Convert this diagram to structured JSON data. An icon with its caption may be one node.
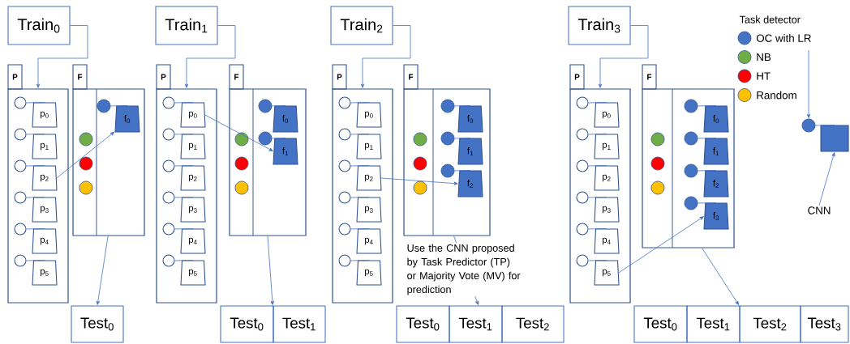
{
  "diagram": {
    "nodes": [
      {
        "text": [
          "Train$_{0}$"
        ]
      },
      {
        "text": [
          "P"
        ]
      },
      {
        "text": [],
        "shape": "circle",
        "in": 1
      },
      {
        "text": [
          "p$_{0}$"
        ],
        "in": 1
      },
      {
        "text": [],
        "shape": "circle",
        "in": 1
      },
      {
        "text": [
          "p$_{1}$"
        ],
        "in": 1
      },
      {
        "text": [],
        "shape": "circle",
        "in": 1
      },
      {
        "text": [
          "p$_{2}$"
        ],
        "in": 1
      },
      {
        "text": [],
        "shape": "circle",
        "in": 1
      },
      {
        "text": [
          "p$_{3}$"
        ],
        "in": 1
      },
      {
        "text": [],
        "shape": "circle",
        "in": 1
      },
      {
        "text": [
          "p$_{4}$"
        ],
        "in": 1
      },
      {
        "text": [],
        "shape": "circle",
        "in": 1
      },
      {
        "text": [
          "p$_{5}$"
        ],
        "in": 1
      },
      {
        "text": [
          "F"
        ]
      },
      {
        "text": [],
        "shape": "circle",
        "in": 14
      },
      {
        "text": [],
        "shape": "circle",
        "in": 14
      },
      {
        "text": [],
        "shape": "circle",
        "in": 14
      },
      {
        "text": [],
        "shape": "circle",
        "in": 14
      },
      {
        "text": [
          "f$_{0}$"
        ],
        "in": 14
      },
      {
        "text": [
          "Test$_{0}$"
        ]
      },
      {
        "text": [
          "Train$_{1}$"
        ]
      },
      {
        "text": [
          "P"
        ]
      },
      {
        "text": [],
        "shape": "circle",
        "in": 22
      },
      {
        "text": [
          "p$_{0}$"
        ],
        "in": 22
      },
      {
        "text": [],
        "shape": "circle",
        "in": 22
      },
      {
        "text": [
          "p$_{1}$"
        ],
        "in": 22
      },
      {
        "text": [],
        "shape": "circle",
        "in": 22
      },
      {
        "text": [
          "p$_{2}$"
        ],
        "in": 22
      },
      {
        "text": [],
        "shape": "circle",
        "in": 22
      },
      {
        "text": [
          "p$_{3}$"
        ],
        "in": 22
      },
      {
        "text": [],
        "shape": "circle",
        "in": 22
      },
      {
        "text": [
          "p$_{4}$"
        ],
        "in": 22
      },
      {
        "text": [],
        "shape": "circle",
        "in": 22
      },
      {
        "text": [
          "p$_{5}$"
        ],
        "in": 22
      },
      {
        "text": [
          "F"
        ]
      },
      {
        "text": [],
        "shape": "circle",
        "in": 35
      },
      {
        "text": [],
        "shape": "circle",
        "in": 35
      },
      {
        "text": [],
        "shape": "circle",
        "in": 35
      },
      {
        "text": [],
        "shape": "circle",
        "in": 35
      },
      {
        "text": [
          "f$_{0}$"
        ],
        "in": 35
      },
      {
        "text": [],
        "shape": "circle",
        "in": 35
      },
      {
        "text": [
          "f$_{1}$"
        ],
        "in": 35
      },
      {
        "text": [
          "Test$_{0}$"
        ]
      },
      {
        "text": [
          "Test$_{1}$"
        ]
      },
      {
        "text": [
          "Train$_{2}$"
        ]
      },
      {
        "text": [
          "P"
        ]
      },
      {
        "text": [],
        "shape": "circle",
        "in": 46
      },
      {
        "text": [
          "p$_{0}$"
        ],
        "in": 46
      },
      {
        "text": [],
        "shape": "circle",
        "in": 46
      },
      {
        "text": [
          "p$_{1}$"
        ],
        "in": 46
      },
      {
        "text": [],
        "shape": "circle",
        "in": 46
      },
      {
        "text": [
          "p$_{2}$"
        ],
        "in": 46
      },
      {
        "text": [],
        "shape": "circle",
        "in": 46
      },
      {
        "text": [
          "p$_{3}$"
        ],
        "in": 46
      },
      {
        "text": [],
        "shape": "circle",
        "in": 46
      },
      {
        "text": [
          "p$_{4}$"
        ],
        "in": 46
      },
      {
        "text": [],
        "shape": "circle",
        "in": 46
      },
      {
        "text": [
          "p$_{5}$"
        ],
        "in": 46
      },
      {
        "text": [
          "F"
        ]
      },
      {
        "text": [],
        "shape": "circle",
        "in": 59
      },
      {
        "text": [],
        "shape": "circle",
        "in": 59
      },
      {
        "text": [],
        "shape": "circle",
        "in": 59
      },
      {
        "text": [],
        "shape": "circle",
        "in": 59
      },
      {
        "text": [
          "f$_{0}$"
        ],
        "in": 59
      },
      {
        "text": [],
        "shape": "circle",
        "in": 59
      },
      {
        "text": [
          "f$_{1}$"
        ],
        "in": 59
      },
      {
        "text": [],
        "shape": "circle",
        "in": 59
      },
      {
        "text": [
          "f$_{2}$"
        ],
        "in": 59
      },
      {
        "text": [
          "Test$_{0}$"
        ]
      },
      {
        "text": [
          "Test$_{1}$"
        ]
      },
      {
        "text": [
          "Test$_{2}$"
        ]
      },
      {
        "text": [
          "Train$_{3}$"
        ]
      },
      {
        "text": [
          "P"
        ]
      },
      {
        "text": [],
        "shape": "circle",
        "in": 73
      },
      {
        "text": [
          "p$_{0}$"
        ],
        "in": 73
      },
      {
        "text": [],
        "shape": "circle",
        "in": 73
      },
      {
        "text": [
          "p$_{1}$"
        ],
        "in": 73
      },
      {
        "text": [],
        "shape": "circle",
        "in": 73
      },
      {
        "text": [
          "p$_{2}$"
        ],
        "in": 73
      },
      {
        "text": [],
        "shape": "circle",
        "in": 73
      },
      {
        "text": [
          "p$_{3}$"
        ],
        "in": 73
      },
      {
        "text": [],
        "shape": "circle",
        "in": 73
      },
      {
        "text": [
          "p$_{4}$"
        ],
        "in": 73
      },
      {
        "text": [],
        "shape": "circle",
        "in": 73
      },
      {
        "text": [
          "p$_{5}$"
        ],
        "in": 73
      },
      {
        "text": [
          "F"
        ]
      },
      {
        "text": [],
        "shape": "circle",
        "in": 86
      },
      {
        "text": [],
        "shape": "circle",
        "in": 86
      },
      {
        "text": [],
        "shape": "circle",
        "in": 86
      },
      {
        "text": [],
        "shape": "circle",
        "in": 86
      },
      {
        "text": [
          "f$_{0}$"
        ],
        "in": 86
      },
      {
        "text": [],
        "shape": "circle",
        "in": 86
      },
      {
        "text": [
          "f$_{1}$"
        ],
        "in": 86
      },
      {
        "text": [],
        "shape": "circle",
        "in": 86
      },
      {
        "text": [
          "f$_{2}$"
        ],
        "in": 86
      },
      {
        "text": [],
        "shape": "circle",
        "in": 86
      },
      {
        "text": [
          "f$_{3}$"
        ],
        "in": 86
      },
      {
        "text": [
          "Test$_{0}$"
        ]
      },
      {
        "text": [
          "Test$_{1}$"
        ]
      },
      {
        "text": [
          "Test$_{2}$"
        ]
      },
      {
        "text": [
          "Test$_{3}$"
        ]
      },
      {
        "text": [],
        "shape": "circle"
      },
      {
        "text": [],
        "shape": "trapezoid"
      },
      {
        "text": [
          "CNN"
        ]
      }
    ],
    "edges": [
      {
        "from": 0,
        "to": 1,
        "arrow": "to"
      },
      {
        "from": 2,
        "to": 3,
        "arrow": "none"
      },
      {
        "from": 4,
        "to": 5,
        "arrow": "none"
      },
      {
        "from": 6,
        "to": 7,
        "arrow": "none"
      },
      {
        "from": 8,
        "to": 9,
        "arrow": "none"
      },
      {
        "from": 10,
        "to": 11,
        "arrow": "none"
      },
      {
        "from": 12,
        "to": 13,
        "arrow": "none"
      },
      {
        "from": 18,
        "to": 19,
        "arrow": "none"
      },
      {
        "from": 7,
        "to": 19,
        "arrow": "to"
      },
      {
        "from": 14,
        "to": 20,
        "arrow": "to"
      },
      {
        "from": 21,
        "to": 22,
        "arrow": "to"
      },
      {
        "from": 23,
        "to": 24,
        "arrow": "none"
      },
      {
        "from": 25,
        "to": 26,
        "arrow": "none"
      },
      {
        "from": 27,
        "to": 28,
        "arrow": "none"
      },
      {
        "from": 29,
        "to": 30,
        "arrow": "none"
      },
      {
        "from": 31,
        "to": 32,
        "arrow": "none"
      },
      {
        "from": 33,
        "to": 34,
        "arrow": "none"
      },
      {
        "from": 39,
        "to": 40,
        "arrow": "none"
      },
      {
        "from": 41,
        "to": 42,
        "arrow": "none"
      },
      {
        "from": 24,
        "to": 42,
        "arrow": "to"
      },
      {
        "from": 35,
        "to": 43,
        "arrow": "to"
      },
      {
        "from": 45,
        "to": 46,
        "arrow": "to"
      },
      {
        "from": 47,
        "to": 48,
        "arrow": "none"
      },
      {
        "from": 49,
        "to": 50,
        "arrow": "none"
      },
      {
        "from": 51,
        "to": 52,
        "arrow": "none"
      },
      {
        "from": 53,
        "to": 54,
        "arrow": "none"
      },
      {
        "from": 55,
        "to": 56,
        "arrow": "none"
      },
      {
        "from": 57,
        "to": 58,
        "arrow": "none"
      },
      {
        "from": 63,
        "to": 64,
        "arrow": "none"
      },
      {
        "from": 65,
        "to": 66,
        "arrow": "none"
      },
      {
        "from": 67,
        "to": 68,
        "arrow": "none"
      },
      {
        "from": 52,
        "to": 68,
        "arrow": "to"
      },
      {
        "from": 59,
        "to": 70,
        "arrow": "to"
      },
      {
        "from": 72,
        "to": 73,
        "arrow": "to"
      },
      {
        "from": 74,
        "to": 75,
        "arrow": "none"
      },
      {
        "from": 76,
        "to": 77,
        "arrow": "none"
      },
      {
        "from": 78,
        "to": 79,
        "arrow": "none"
      },
      {
        "from": 80,
        "to": 81,
        "arrow": "none"
      },
      {
        "from": 82,
        "to": 83,
        "arrow": "none"
      },
      {
        "from": 84,
        "to": 85,
        "arrow": "none"
      },
      {
        "from": 90,
        "to": 91,
        "arrow": "none"
      },
      {
        "from": 92,
        "to": 93,
        "arrow": "none"
      },
      {
        "from": 94,
        "to": 95,
        "arrow": "none"
      },
      {
        "from": 96,
        "to": 97,
        "arrow": "none"
      },
      {
        "from": 85,
        "to": 97,
        "arrow": "to"
      },
      {
        "from": 86,
        "to": 99,
        "arrow": "to"
      },
      {
        "from": null,
        "to": 102,
        "arrow": "to"
      },
      {
        "from": 102,
        "to": 103,
        "arrow": "none"
      },
      {
        "from": 104,
        "to": 103,
        "arrow": "to"
      }
    ],
    "labels": [
      "Task detector",
      "Use the CNN proposed by Task Predictor (TP) or Majority Vote (MV) for prediction"
    ],
    "legend": [
      {
        "text": "OC with LR",
        "color": "#4472c4"
      },
      {
        "text": "NB",
        "color": "#70ad47"
      },
      {
        "text": "HT",
        "color": "#ff0000"
      },
      {
        "text": "Random",
        "color": "#ffc000"
      }
    ]
  }
}
